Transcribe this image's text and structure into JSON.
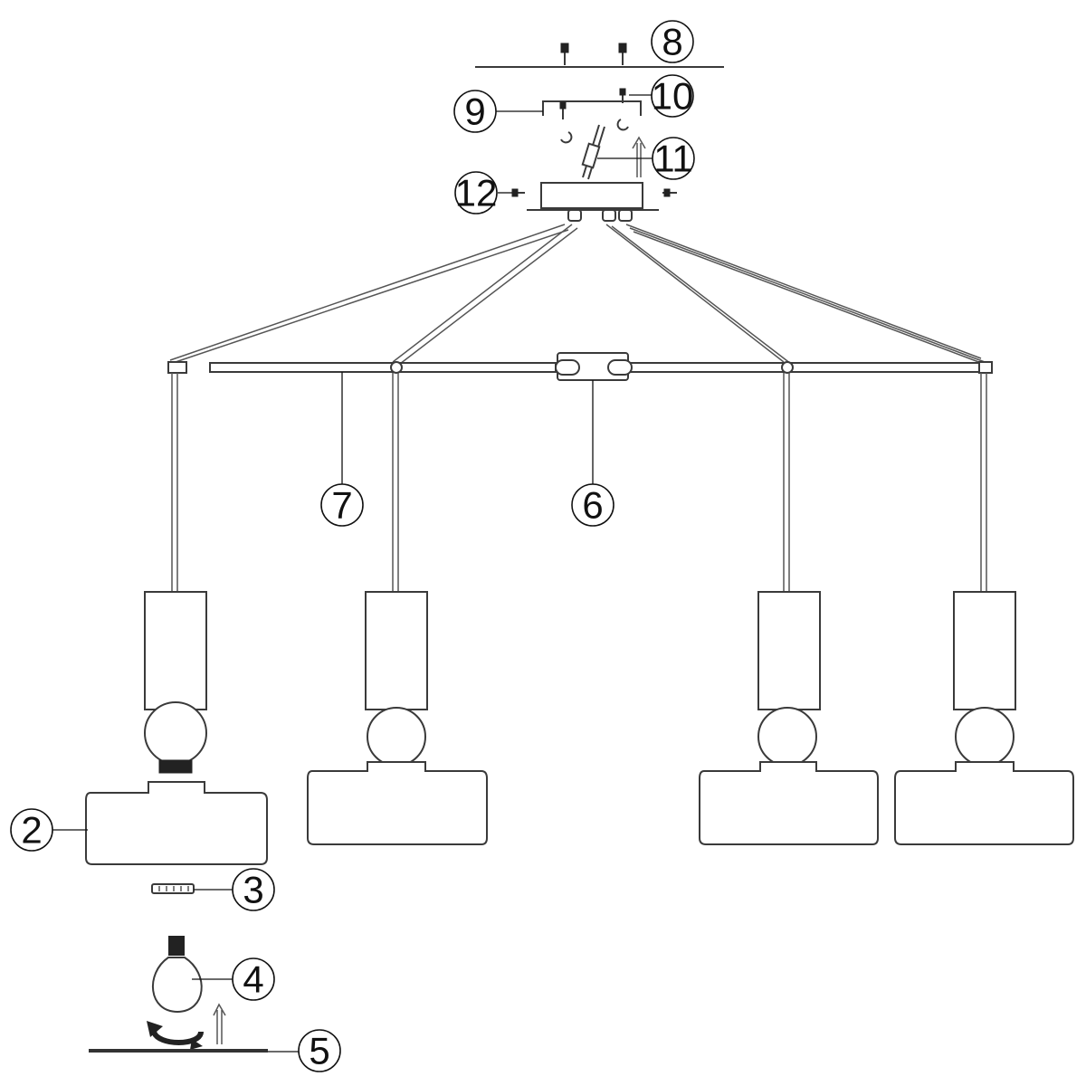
{
  "callouts": [
    {
      "id": "2",
      "label": "2"
    },
    {
      "id": "3",
      "label": "3"
    },
    {
      "id": "4",
      "label": "4"
    },
    {
      "id": "5",
      "label": "5"
    },
    {
      "id": "6",
      "label": "6"
    },
    {
      "id": "7",
      "label": "7"
    },
    {
      "id": "8",
      "label": "8"
    },
    {
      "id": "9",
      "label": "9"
    },
    {
      "id": "10",
      "label": "10"
    },
    {
      "id": "11",
      "label": "11"
    },
    {
      "id": "12",
      "label": "12"
    }
  ],
  "colors": {
    "line": "#3a3a3a",
    "background": "#ffffff",
    "socket": "#222222"
  }
}
